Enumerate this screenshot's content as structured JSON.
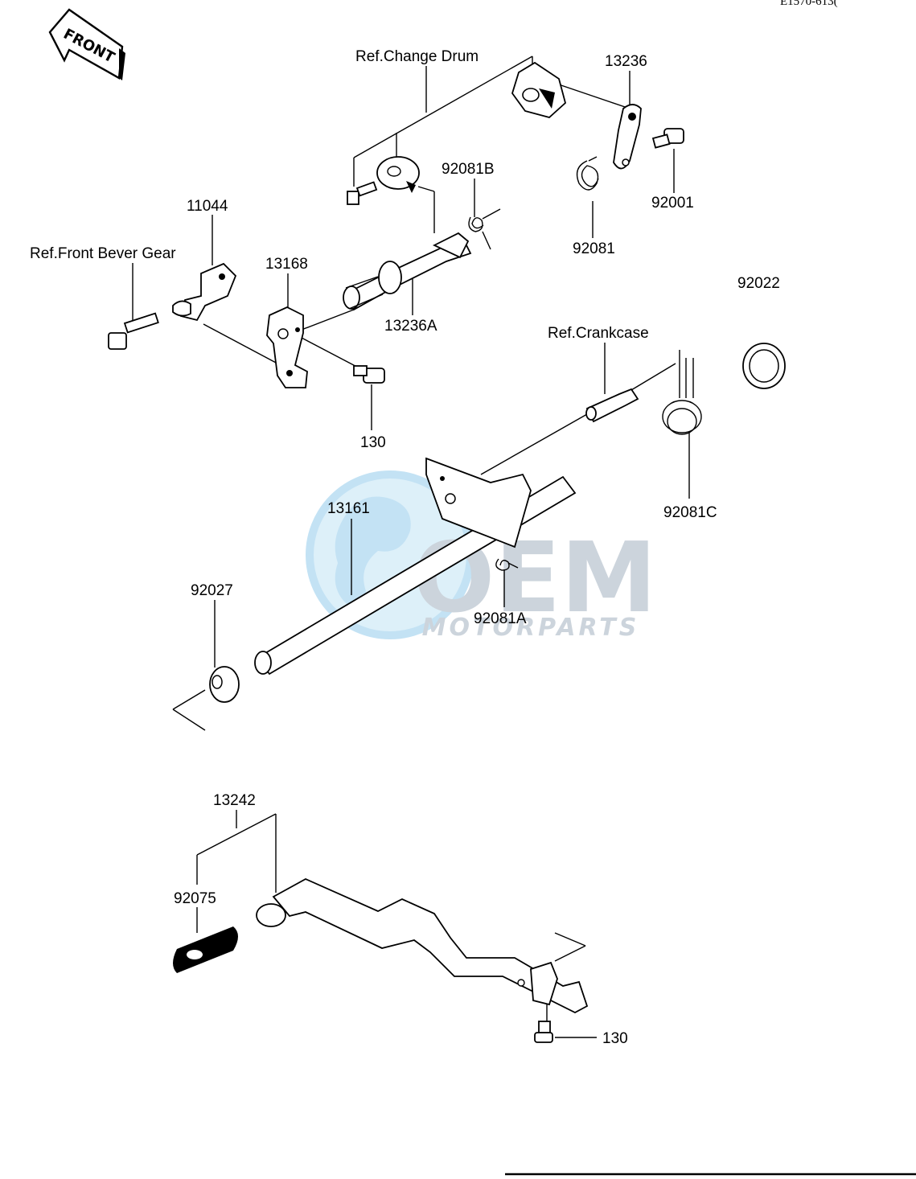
{
  "diagram_code": "E1570-613(",
  "front_badge": "FRONT",
  "watermark": {
    "brand": "OEM",
    "sub": "MOTORPARTS",
    "color": "#c4cdd6",
    "globe_color": "#b9def3"
  },
  "labels": {
    "ref_change_drum": "Ref.Change Drum",
    "ref_front_bever_gear": "Ref.Front Bever Gear",
    "ref_crankcase": "Ref.Crankcase",
    "p13236": "13236",
    "p92081B": "92081B",
    "p92001": "92001",
    "p92081": "92081",
    "p11044": "11044",
    "p13168": "13168",
    "p13236A": "13236A",
    "p130_upper": "130",
    "p92022": "92022",
    "p13161": "13161",
    "p92081C": "92081C",
    "p92027": "92027",
    "p92081A": "92081A",
    "p13242": "13242",
    "p92075": "92075",
    "p130_lower": "130"
  }
}
